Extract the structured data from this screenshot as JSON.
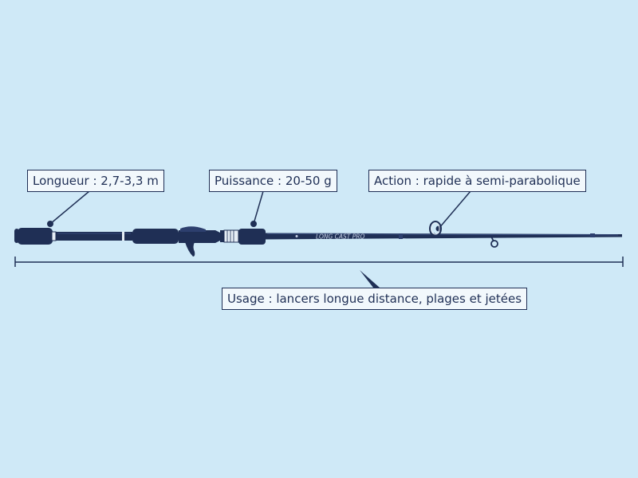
{
  "callouts": {
    "length": "Longueur : 2,7-3,3 m",
    "power": "Puissance : 20-50 g",
    "action": "Action : rapide à semi-parabolique",
    "usage": "Usage : lancers longue distance, plages et jetées"
  },
  "rod": {
    "brand_text": "LONG CAST PRO"
  },
  "colors": {
    "background": "#cfe9f7",
    "rod": "#1f2f55",
    "label_fill": "#f2f8fc"
  }
}
